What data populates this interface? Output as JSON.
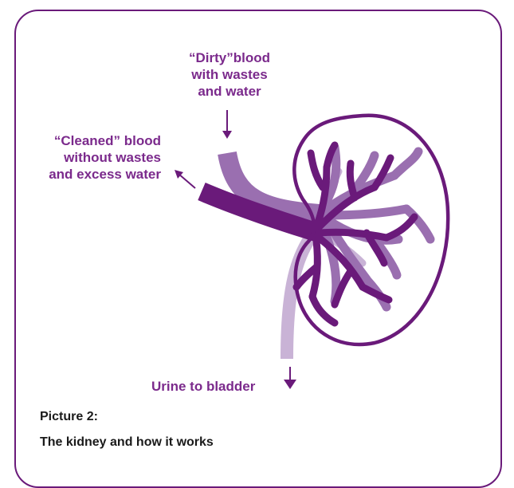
{
  "labels": {
    "dirty_blood": [
      "“Dirty”blood",
      "with wastes",
      "and water"
    ],
    "cleaned_blood": [
      "“Cleaned” blood",
      "without wastes",
      "and excess water"
    ],
    "urine": "Urine to bladder"
  },
  "caption": {
    "title": "Picture 2:",
    "subtitle": "The kidney and how it works"
  },
  "colors": {
    "frame": "#6a1a7a",
    "label_text": "#7b2a8c",
    "artery": "#6a1a7a",
    "vein": "#9a6fb0",
    "ureter": "#c9b3d6",
    "caption_text": "#1a1a1a"
  },
  "icons": [
    "arrow-down-icon",
    "arrow-up-left-icon",
    "kidney-illustration"
  ]
}
